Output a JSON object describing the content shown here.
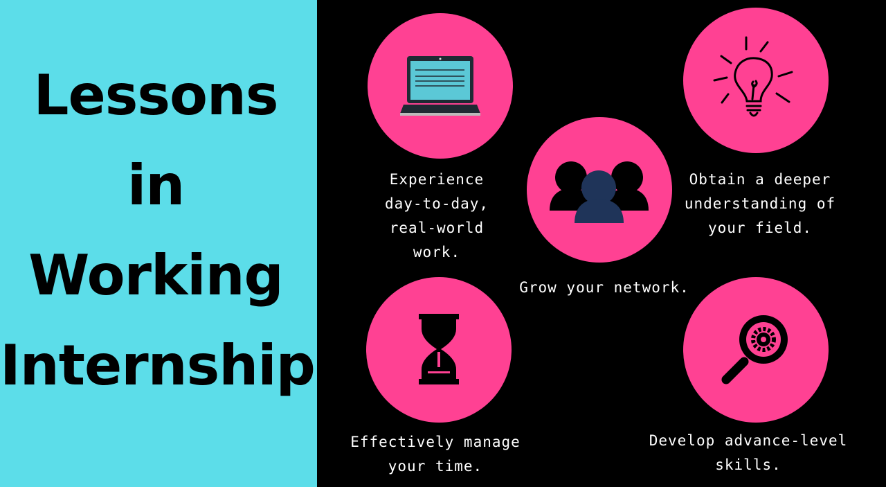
{
  "title": {
    "lines": [
      "Lessons",
      "in",
      "Working",
      "Internship"
    ]
  },
  "colors": {
    "left_panel": "#5cdde9",
    "circle": "#ff4193",
    "background": "#000000"
  },
  "items": [
    {
      "icon": "laptop-icon",
      "lines": [
        "Experience",
        "day-to-day,",
        "real-world",
        "work."
      ]
    },
    {
      "icon": "lightbulb-icon",
      "lines": [
        "Obtain a deeper",
        "understanding of",
        "your field."
      ]
    },
    {
      "icon": "people-icon",
      "lines": [
        "Grow your network."
      ]
    },
    {
      "icon": "hourglass-icon",
      "lines": [
        "Effectively manage",
        "your time."
      ]
    },
    {
      "icon": "magnifier-gear-icon",
      "lines": [
        "Develop advance-level",
        "skills."
      ]
    }
  ]
}
